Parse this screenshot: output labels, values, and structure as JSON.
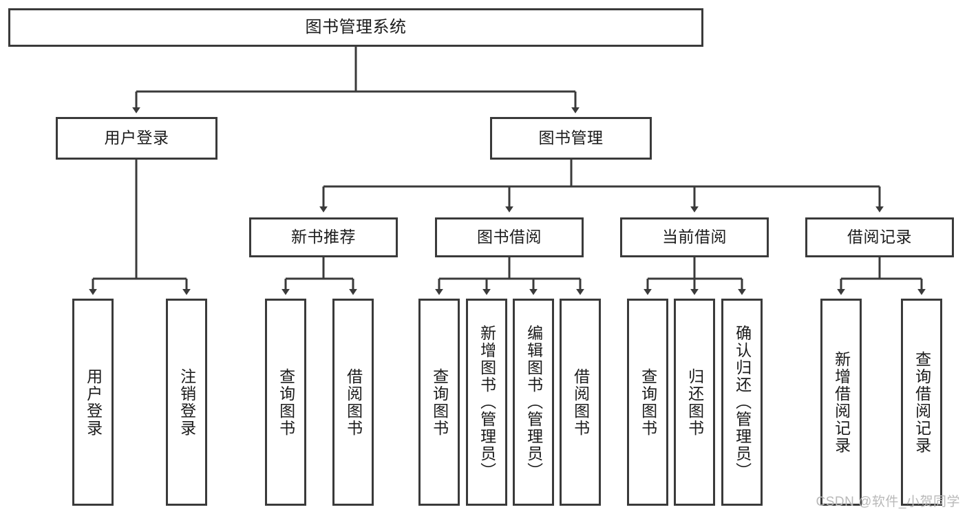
{
  "diagram": {
    "title": "图书管理系统",
    "type": "hierarchy-tree",
    "root": {
      "label": "图书管理系统",
      "name": "node-root-system"
    },
    "level2": [
      {
        "label": "用户登录",
        "name": "node-user-login"
      },
      {
        "label": "图书管理",
        "name": "node-book-management"
      }
    ],
    "level3": [
      {
        "label": "新书推荐",
        "name": "node-new-book-recommend"
      },
      {
        "label": "图书借阅",
        "name": "node-book-borrow"
      },
      {
        "label": "当前借阅",
        "name": "node-current-borrow"
      },
      {
        "label": "借阅记录",
        "name": "node-borrow-record"
      }
    ],
    "leaves": {
      "user_login": [
        {
          "label": "用户登录",
          "name": "leaf-user-login"
        },
        {
          "label": "注销登录",
          "name": "leaf-logout"
        }
      ],
      "new_book_recommend": [
        {
          "label": "查询图书",
          "name": "leaf-query-book-recommend"
        },
        {
          "label": "借阅图书",
          "name": "leaf-borrow-book-recommend"
        }
      ],
      "book_borrow": [
        {
          "label": "查询图书",
          "name": "leaf-query-book-borrow"
        },
        {
          "label": "新增图书（管理员）",
          "name": "leaf-add-book-admin"
        },
        {
          "label": "编辑图书（管理员）",
          "name": "leaf-edit-book-admin"
        },
        {
          "label": "借阅图书",
          "name": "leaf-borrow-book"
        }
      ],
      "current_borrow": [
        {
          "label": "查询图书",
          "name": "leaf-query-book-current"
        },
        {
          "label": "归还图书",
          "name": "leaf-return-book"
        },
        {
          "label": "确认归还（管理员）",
          "name": "leaf-confirm-return-admin"
        }
      ],
      "borrow_record": [
        {
          "label": "新增借阅记录",
          "name": "leaf-add-borrow-record"
        },
        {
          "label": "查询借阅记录",
          "name": "leaf-query-borrow-record"
        }
      ]
    },
    "watermark": "CSDN @软件_小贺同学",
    "colors": {
      "box_border": "#3a3a3a",
      "box_fill": "#ffffff",
      "text": "#1b1b1b",
      "edge": "#3a3a3a",
      "watermark": "#b9b9b9",
      "background": "#ffffff"
    }
  }
}
